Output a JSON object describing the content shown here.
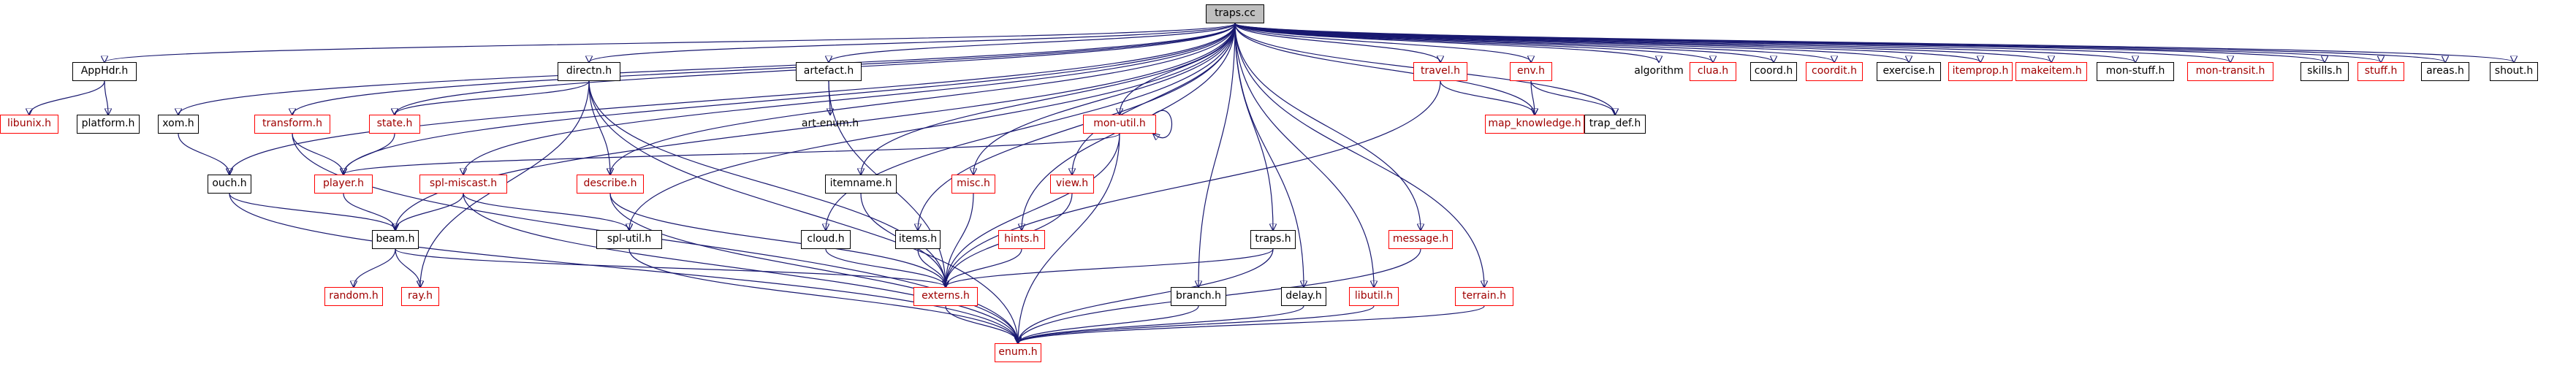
{
  "diagram": {
    "nodes": [
      {
        "id": "traps_cc",
        "label": "traps.cc",
        "kind": "root"
      },
      {
        "id": "apphdr",
        "label": "AppHdr.h",
        "kind": "normal"
      },
      {
        "id": "libunix",
        "label": "libunix.h",
        "kind": "red"
      },
      {
        "id": "platform",
        "label": "platform.h",
        "kind": "normal"
      },
      {
        "id": "xom",
        "label": "xom.h",
        "kind": "normal"
      },
      {
        "id": "ouch",
        "label": "ouch.h",
        "kind": "normal"
      },
      {
        "id": "transform",
        "label": "transform.h",
        "kind": "red"
      },
      {
        "id": "state",
        "label": "state.h",
        "kind": "red"
      },
      {
        "id": "player",
        "label": "player.h",
        "kind": "red"
      },
      {
        "id": "beam",
        "label": "beam.h",
        "kind": "normal"
      },
      {
        "id": "random",
        "label": "random.h",
        "kind": "red"
      },
      {
        "id": "ray",
        "label": "ray.h",
        "kind": "red"
      },
      {
        "id": "spl_miscast",
        "label": "spl-miscast.h",
        "kind": "red"
      },
      {
        "id": "directn",
        "label": "directn.h",
        "kind": "normal"
      },
      {
        "id": "describe",
        "label": "describe.h",
        "kind": "red"
      },
      {
        "id": "spl_util",
        "label": "spl-util.h",
        "kind": "normal"
      },
      {
        "id": "artefact",
        "label": "artefact.h",
        "kind": "normal"
      },
      {
        "id": "art_enum",
        "label": "art-enum.h",
        "kind": "plain"
      },
      {
        "id": "cloud",
        "label": "cloud.h",
        "kind": "normal"
      },
      {
        "id": "itemname",
        "label": "itemname.h",
        "kind": "normal"
      },
      {
        "id": "items",
        "label": "items.h",
        "kind": "normal"
      },
      {
        "id": "misc",
        "label": "misc.h",
        "kind": "red"
      },
      {
        "id": "mon_util",
        "label": "mon-util.h",
        "kind": "red"
      },
      {
        "id": "view",
        "label": "view.h",
        "kind": "red"
      },
      {
        "id": "hints",
        "label": "hints.h",
        "kind": "red"
      },
      {
        "id": "externs",
        "label": "externs.h",
        "kind": "red"
      },
      {
        "id": "enum",
        "label": "enum.h",
        "kind": "red"
      },
      {
        "id": "traps_h",
        "label": "traps.h",
        "kind": "normal"
      },
      {
        "id": "branch",
        "label": "branch.h",
        "kind": "normal"
      },
      {
        "id": "delay",
        "label": "delay.h",
        "kind": "normal"
      },
      {
        "id": "libutil",
        "label": "libutil.h",
        "kind": "red"
      },
      {
        "id": "message",
        "label": "message.h",
        "kind": "red"
      },
      {
        "id": "terrain",
        "label": "terrain.h",
        "kind": "red"
      },
      {
        "id": "travel",
        "label": "travel.h",
        "kind": "red"
      },
      {
        "id": "env",
        "label": "env.h",
        "kind": "red"
      },
      {
        "id": "map_knowledge",
        "label": "map_knowledge.h",
        "kind": "red"
      },
      {
        "id": "trap_def",
        "label": "trap_def.h",
        "kind": "normal"
      },
      {
        "id": "algorithm",
        "label": "algorithm",
        "kind": "plain"
      },
      {
        "id": "clua",
        "label": "clua.h",
        "kind": "red"
      },
      {
        "id": "coord",
        "label": "coord.h",
        "kind": "normal"
      },
      {
        "id": "coordit",
        "label": "coordit.h",
        "kind": "red"
      },
      {
        "id": "exercise",
        "label": "exercise.h",
        "kind": "normal"
      },
      {
        "id": "itemprop",
        "label": "itemprop.h",
        "kind": "red"
      },
      {
        "id": "makeitem",
        "label": "makeitem.h",
        "kind": "red"
      },
      {
        "id": "mon_stuff",
        "label": "mon-stuff.h",
        "kind": "normal"
      },
      {
        "id": "mon_transit",
        "label": "mon-transit.h",
        "kind": "red"
      },
      {
        "id": "skills",
        "label": "skills.h",
        "kind": "normal"
      },
      {
        "id": "stuff",
        "label": "stuff.h",
        "kind": "red"
      },
      {
        "id": "areas",
        "label": "areas.h",
        "kind": "normal"
      },
      {
        "id": "shout",
        "label": "shout.h",
        "kind": "normal"
      }
    ],
    "edges": [
      [
        "traps_cc",
        "apphdr"
      ],
      [
        "traps_cc",
        "xom"
      ],
      [
        "traps_cc",
        "transform"
      ],
      [
        "traps_cc",
        "player"
      ],
      [
        "traps_cc",
        "state"
      ],
      [
        "traps_cc",
        "beam"
      ],
      [
        "traps_cc",
        "ouch"
      ],
      [
        "traps_cc",
        "directn"
      ],
      [
        "traps_cc",
        "describe"
      ],
      [
        "traps_cc",
        "spl_util"
      ],
      [
        "traps_cc",
        "artefact"
      ],
      [
        "traps_cc",
        "cloud"
      ],
      [
        "traps_cc",
        "itemname"
      ],
      [
        "traps_cc",
        "items"
      ],
      [
        "traps_cc",
        "misc"
      ],
      [
        "traps_cc",
        "mon_util"
      ],
      [
        "traps_cc",
        "view"
      ],
      [
        "traps_cc",
        "hints"
      ],
      [
        "traps_cc",
        "traps_h"
      ],
      [
        "traps_cc",
        "branch"
      ],
      [
        "traps_cc",
        "delay"
      ],
      [
        "traps_cc",
        "libutil"
      ],
      [
        "traps_cc",
        "message"
      ],
      [
        "traps_cc",
        "terrain"
      ],
      [
        "traps_cc",
        "travel"
      ],
      [
        "traps_cc",
        "env"
      ],
      [
        "traps_cc",
        "map_knowledge"
      ],
      [
        "traps_cc",
        "trap_def"
      ],
      [
        "traps_cc",
        "algorithm"
      ],
      [
        "traps_cc",
        "clua"
      ],
      [
        "traps_cc",
        "coord"
      ],
      [
        "traps_cc",
        "coordit"
      ],
      [
        "traps_cc",
        "exercise"
      ],
      [
        "traps_cc",
        "itemprop"
      ],
      [
        "traps_cc",
        "makeitem"
      ],
      [
        "traps_cc",
        "mon_stuff"
      ],
      [
        "traps_cc",
        "mon_transit"
      ],
      [
        "traps_cc",
        "skills"
      ],
      [
        "traps_cc",
        "stuff"
      ],
      [
        "traps_cc",
        "areas"
      ],
      [
        "traps_cc",
        "shout"
      ],
      [
        "traps_cc",
        "spl_miscast"
      ],
      [
        "apphdr",
        "libunix"
      ],
      [
        "apphdr",
        "platform"
      ],
      [
        "xom",
        "ouch"
      ],
      [
        "ouch",
        "beam"
      ],
      [
        "ouch",
        "enum"
      ],
      [
        "transform",
        "player"
      ],
      [
        "transform",
        "enum"
      ],
      [
        "state",
        "player"
      ],
      [
        "player",
        "beam"
      ],
      [
        "beam",
        "random"
      ],
      [
        "beam",
        "ray"
      ],
      [
        "beam",
        "externs"
      ],
      [
        "spl_miscast",
        "beam"
      ],
      [
        "spl_miscast",
        "spl_util"
      ],
      [
        "spl_miscast",
        "enum"
      ],
      [
        "directn",
        "state"
      ],
      [
        "directn",
        "describe"
      ],
      [
        "directn",
        "ray"
      ],
      [
        "directn",
        "externs"
      ],
      [
        "directn",
        "enum"
      ],
      [
        "describe",
        "externs"
      ],
      [
        "describe",
        "enum"
      ],
      [
        "spl_util",
        "enum"
      ],
      [
        "artefact",
        "art_enum"
      ],
      [
        "artefact",
        "externs"
      ],
      [
        "cloud",
        "externs"
      ],
      [
        "itemname",
        "externs"
      ],
      [
        "items",
        "externs"
      ],
      [
        "misc",
        "externs"
      ],
      [
        "mon_util",
        "player"
      ],
      [
        "mon_util",
        "externs"
      ],
      [
        "mon_util",
        "enum"
      ],
      [
        "mon_util",
        "mon_util"
      ],
      [
        "view",
        "externs"
      ],
      [
        "hints",
        "externs"
      ],
      [
        "traps_h",
        "externs"
      ],
      [
        "traps_h",
        "enum"
      ],
      [
        "branch",
        "enum"
      ],
      [
        "delay",
        "enum"
      ],
      [
        "libutil",
        "enum"
      ],
      [
        "message",
        "enum"
      ],
      [
        "terrain",
        "enum"
      ],
      [
        "travel",
        "externs"
      ],
      [
        "travel",
        "map_knowledge"
      ],
      [
        "env",
        "map_knowledge"
      ],
      [
        "env",
        "trap_def"
      ],
      [
        "externs",
        "enum"
      ]
    ]
  }
}
